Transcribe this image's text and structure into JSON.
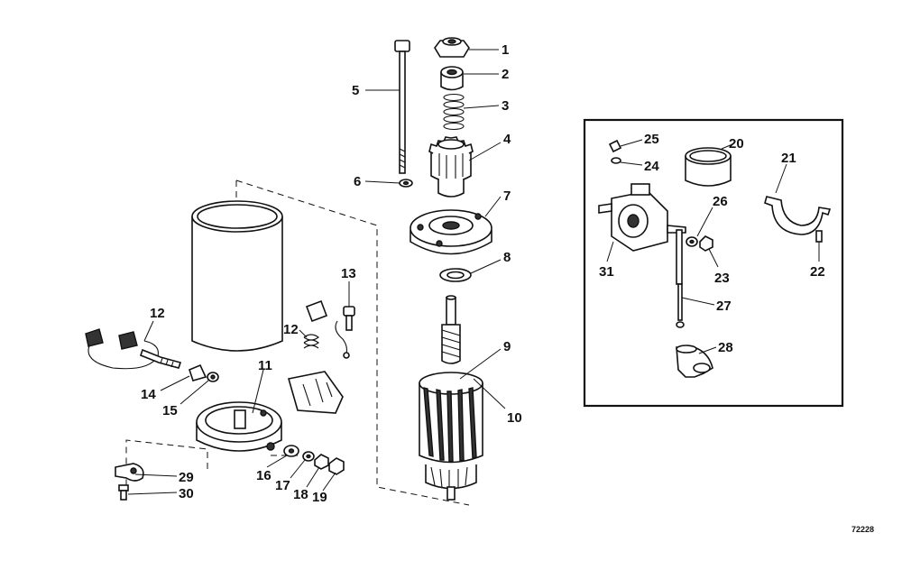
{
  "callouts": [
    {
      "id": "1",
      "text": "1"
    },
    {
      "id": "2",
      "text": "2"
    },
    {
      "id": "3",
      "text": "3"
    },
    {
      "id": "4",
      "text": "4"
    },
    {
      "id": "5",
      "text": "5"
    },
    {
      "id": "6",
      "text": "6"
    },
    {
      "id": "7",
      "text": "7"
    },
    {
      "id": "8",
      "text": "8"
    },
    {
      "id": "9",
      "text": "9"
    },
    {
      "id": "10",
      "text": "10"
    },
    {
      "id": "11",
      "text": "11"
    },
    {
      "id": "12a",
      "text": "12"
    },
    {
      "id": "12b",
      "text": "12"
    },
    {
      "id": "13",
      "text": "13"
    },
    {
      "id": "14",
      "text": "14"
    },
    {
      "id": "15",
      "text": "15"
    },
    {
      "id": "16",
      "text": "16"
    },
    {
      "id": "17",
      "text": "17"
    },
    {
      "id": "18",
      "text": "18"
    },
    {
      "id": "19",
      "text": "19"
    },
    {
      "id": "20",
      "text": "20"
    },
    {
      "id": "21",
      "text": "21"
    },
    {
      "id": "22",
      "text": "22"
    },
    {
      "id": "23",
      "text": "23"
    },
    {
      "id": "24",
      "text": "24"
    },
    {
      "id": "25",
      "text": "25"
    },
    {
      "id": "26",
      "text": "26"
    },
    {
      "id": "27",
      "text": "27"
    },
    {
      "id": "28",
      "text": "28"
    },
    {
      "id": "29",
      "text": "29"
    },
    {
      "id": "30",
      "text": "30"
    },
    {
      "id": "31",
      "text": "31"
    }
  ],
  "drawing_code": "72228"
}
